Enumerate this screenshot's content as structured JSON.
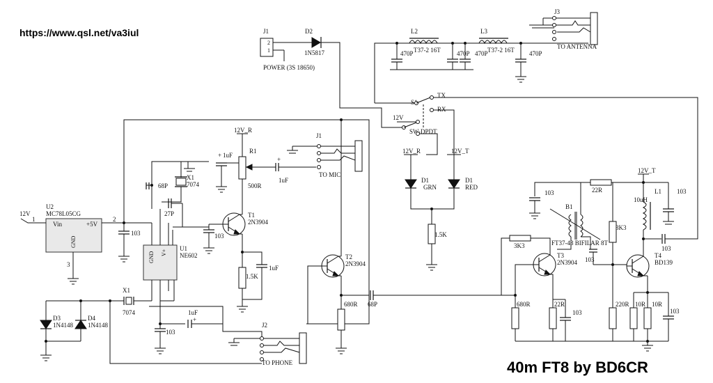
{
  "header": {
    "url": "https://www.qsl.net/va3iul"
  },
  "footer": {
    "title": "40m FT8 by BD6CR"
  },
  "power": {
    "ref": "J1",
    "pin2": "2",
    "pin1": "1",
    "name": "POWER (3S 18650)"
  },
  "diode_power": {
    "ref": "D2",
    "part": "1N5817"
  },
  "lpf": {
    "l2_ref": "L2",
    "l2_val": "T37-2 16T",
    "l3_ref": "L3",
    "l3_val": "T37-2 16T",
    "c1": "470P",
    "c2": "470P",
    "c3": "470P",
    "c4": "470P"
  },
  "antenna": {
    "ref": "J3",
    "name": "TO ANTENNA"
  },
  "switch": {
    "ref": "S1",
    "part": "SW-DPDT",
    "tx": "TX",
    "rx": "RX",
    "v12": "12V"
  },
  "leds": {
    "v_r": "12V_R",
    "v_t": "12V_T",
    "d1a_ref": "D1",
    "d1a_col": "GRN",
    "d1b_ref": "D1",
    "d1b_col": "RED",
    "res": "1.5K"
  },
  "regulator": {
    "ref": "U2",
    "part": "MC78L05CG",
    "vin": "Vin",
    "out": "+5V",
    "gnd": "GND",
    "pin1": "1",
    "pin2": "2",
    "pin3": "3",
    "in_label": "12V"
  },
  "mixer": {
    "ref": "U1",
    "part": "NE602",
    "gnd": "GND",
    "vplus": "V+"
  },
  "osc": {
    "x1_ref": "X1",
    "x1_val": "7074",
    "c68": "68P",
    "c27": "27P",
    "x1b_ref": "X1",
    "x1b_val": "7074"
  },
  "mic": {
    "ref": "J1",
    "name": "TO MIC",
    "r1_ref": "R1",
    "r1_val": "500R",
    "c_in": "1uF",
    "c_r": "1uF",
    "v": "12V_R"
  },
  "t1": {
    "ref": "T1",
    "part": "2N3904",
    "c103": "103",
    "r15k": "1.5K",
    "c1u": "1uF"
  },
  "phone": {
    "ref": "J2",
    "name": "TO PHONE",
    "c": "1uF",
    "c103": "103"
  },
  "diodes": {
    "d3_ref": "D3",
    "d3_part": "1N4148",
    "d4_ref": "D4",
    "d4_part": "1N4148"
  },
  "c103_reg": "103",
  "t2": {
    "ref": "T2",
    "part": "2N3904",
    "r": "680R",
    "c": "68P"
  },
  "pa": {
    "v": "12V_T",
    "c103a": "103",
    "r22r": "22R",
    "b1_ref": "B1",
    "b1_val": "FT37-43 BIFILAR 8T",
    "r3k3a": "3K3",
    "r3k3b": "3K3",
    "t3_ref": "T3",
    "t3_part": "2N3904",
    "t4_ref": "T4",
    "t4_part": "BD139",
    "l1_ref": "L1",
    "l1_val": "10uH",
    "c103b": "103",
    "c103c": "103",
    "c103d": "103",
    "r680": "680R",
    "r22": "22R",
    "c103e": "103",
    "r220": "220R",
    "r10a": "10R",
    "r10b": "10R",
    "c103f": "103"
  }
}
